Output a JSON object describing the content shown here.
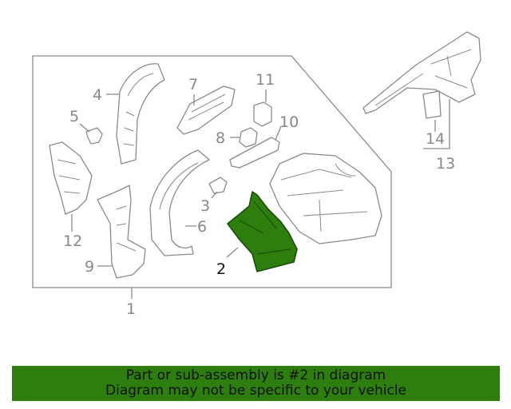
{
  "callouts": {
    "c1": "1",
    "c2": "2",
    "c3": "3",
    "c4": "4",
    "c5": "5",
    "c6": "6",
    "c7": "7",
    "c8": "8",
    "c9": "9",
    "c10": "10",
    "c11": "11",
    "c12": "12",
    "c13": "13",
    "c14": "14"
  },
  "highlight": {
    "part": "2",
    "color": "#2d7d0f"
  },
  "banner": {
    "line1": "Part or sub-assembly is #2 in diagram",
    "line2": "Diagram may not be specific to your vehicle",
    "color": "#2d7d0f"
  }
}
